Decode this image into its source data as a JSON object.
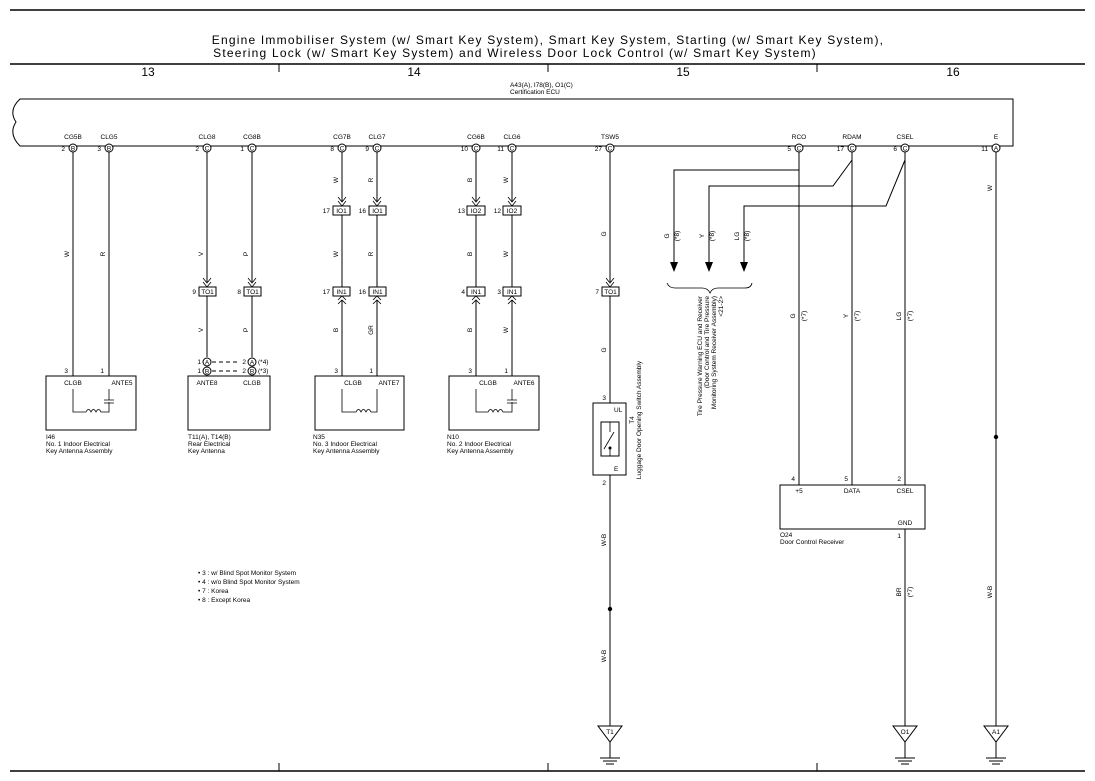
{
  "title": {
    "line1": "Engine Immobiliser System (w/ Smart Key System),  Smart Key System,  Starting (w/ Smart Key System),",
    "line2": "Steering Lock (w/ Smart Key System) and Wireless Door Lock Control (w/ Smart Key System)"
  },
  "columns": [
    "13",
    "14",
    "15",
    "16"
  ],
  "ecu": {
    "line1": "A43(A), I78(B), O1(C)",
    "line2": "Certification ECU"
  },
  "ecu_pins": [
    {
      "name": "CG5B",
      "num": "2",
      "conn": "B"
    },
    {
      "name": "CLG5",
      "num": "3",
      "conn": "B"
    },
    {
      "name": "CLG8",
      "num": "2",
      "conn": "C"
    },
    {
      "name": "CG8B",
      "num": "1",
      "conn": "C"
    },
    {
      "name": "CG7B",
      "num": "8",
      "conn": "C"
    },
    {
      "name": "CLG7",
      "num": "9",
      "conn": "C"
    },
    {
      "name": "CG6B",
      "num": "10",
      "conn": "C"
    },
    {
      "name": "CLG6",
      "num": "11",
      "conn": "C"
    },
    {
      "name": "TSW5",
      "num": "27",
      "conn": "C"
    },
    {
      "name": "RCO",
      "num": "5",
      "conn": "C"
    },
    {
      "name": "RDAM",
      "num": "17",
      "conn": "C"
    },
    {
      "name": "CSEL",
      "num": "6",
      "conn": "C"
    },
    {
      "name": "E",
      "num": "11",
      "conn": "A"
    }
  ],
  "wire_colors": {
    "w1": "W",
    "w2": "R",
    "w3": "V",
    "w4": "P",
    "w3b": "V",
    "w4b": "P",
    "w5": "W",
    "w6": "R",
    "w5b": "W",
    "w6b": "R",
    "w5c": "B",
    "w6c": "GR",
    "w7": "B",
    "w8": "W",
    "w7b": "B",
    "w8b": "W",
    "w7c": "B",
    "w8c": "W",
    "w9": "G",
    "w9b": "G",
    "w9c": "W-B",
    "w9d": "W-B",
    "t1": "G",
    "t2": "Y",
    "t3": "LG",
    "r1": "G",
    "r2": "Y",
    "r3": "LG",
    "r4": "BR",
    "e1": "W",
    "e2": "W-B"
  },
  "notes_ref": {
    "n8": "(*8)",
    "n7": "(*7)",
    "n4": "(*4)",
    "n3": "(*3)"
  },
  "junctions": {
    "io1a": {
      "p": "17",
      "c": "IO1"
    },
    "io1b": {
      "p": "16",
      "c": "IO1"
    },
    "io2a": {
      "p": "13",
      "c": "IO2"
    },
    "io2b": {
      "p": "12",
      "c": "IO2"
    },
    "in1a": {
      "p": "17",
      "c": "IN1"
    },
    "in1b": {
      "p": "16",
      "c": "IN1"
    },
    "in1c": {
      "p": "4",
      "c": "IN1"
    },
    "in1d": {
      "p": "3",
      "c": "IN1"
    },
    "to1a": {
      "p": "9",
      "c": "TO1"
    },
    "to1b": {
      "p": "8",
      "c": "TO1"
    },
    "to1c": {
      "p": "7",
      "c": "TO1"
    }
  },
  "components": {
    "i46": {
      "code": "I46",
      "name1": "No. 1 Indoor Electrical",
      "name2": "Key Antenna Assembly",
      "pin_a": "CLGB",
      "pin_b": "ANTE5",
      "num_a": "3",
      "num_b": "1"
    },
    "t11": {
      "code": "T11(A), T14(B)",
      "name1": "Rear Electrical",
      "name2": "Key Antenna",
      "pin_a": "ANTE8",
      "pin_b": "CLGB",
      "r1l": "1",
      "r1c": "A",
      "r1r": "2",
      "r1c2": "A",
      "r2l": "1",
      "r2c": "B",
      "r2r": "2",
      "r2c2": "B"
    },
    "n35": {
      "code": "N35",
      "name1": "No. 3 Indoor Electrical",
      "name2": "Key Antenna Assembly",
      "pin_a": "CLGB",
      "pin_b": "ANTE7",
      "num_a": "3",
      "num_b": "1"
    },
    "n10": {
      "code": "N10",
      "name1": "No. 2 Indoor Electrical",
      "name2": "Key Antenna Assembly",
      "pin_a": "CLGB",
      "pin_b": "ANTE6",
      "num_a": "3",
      "num_b": "1"
    },
    "t4": {
      "code": "T4",
      "name": "Luggage Door Opening Switch Assembly",
      "pin_ul": "UL",
      "pin_e": "E",
      "num_top": "3",
      "num_bot": "2"
    },
    "tpms": {
      "line1": "Tire Pressure Warning ECU and Receiver",
      "line2": "(Door Control and Tire Pressure",
      "line3": "Monitoring System Receiver Assembly)",
      "line4": "<21-2>"
    },
    "o24": {
      "code": "O24",
      "name": "Door Control Receiver",
      "p1": "+5",
      "p2": "DATA",
      "p3": "CSEL",
      "p4": "GND",
      "n1": "4",
      "n2": "5",
      "n3": "2",
      "n4": "1"
    }
  },
  "grounds": [
    "T1",
    "O1",
    "A1"
  ],
  "notes": [
    "• 3 : w/ Blind Spot Monitor System",
    "• 4 : w/o Blind Spot Monitor System",
    "• 7 : Korea",
    "• 8 : Except Korea"
  ]
}
